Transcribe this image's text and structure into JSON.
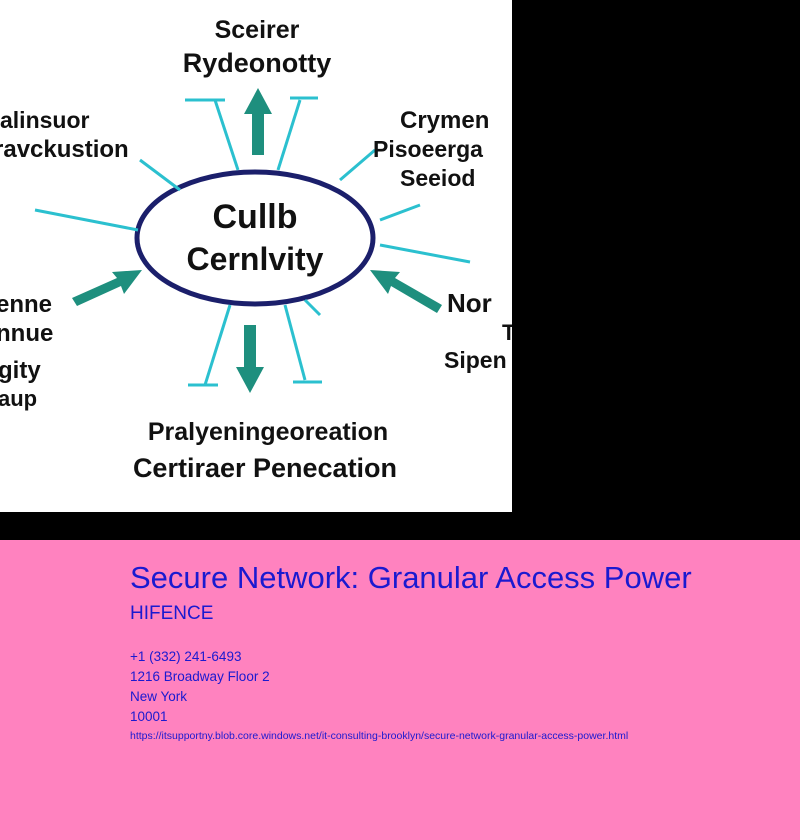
{
  "image": {
    "icon": "cybersecurity-concept-diagram",
    "center_line1": "Cullb",
    "center_line2": "Cernlvity",
    "top_line1": "Sceirer",
    "top_line2": "Rydeonotty",
    "top_left_line1": "alinsuor",
    "top_left_line2": "ravckustion",
    "top_right_line1": "Crymen",
    "top_right_line2": "Pisoeerga",
    "top_right_line3": "Seeiod",
    "left_line1": "enne",
    "left_line2": "nnue",
    "left_line3": "gity",
    "left_line4": "aup",
    "right_line1": "Nor",
    "right_line2": "T",
    "right_line3": "Sipen",
    "bottom_line1": "Pralyeningeoreation",
    "bottom_line2": "Certiraer Penecation"
  },
  "page": {
    "title": "Secure Network: Granular Access Power",
    "brand": "HIFENCE",
    "phone": "+1 (332) 241-6493",
    "address_line": "1216 Broadway Floor 2",
    "city": "New York",
    "zip": "10001",
    "url": "https://itsupportny.blob.core.windows.net/it-consulting-brooklyn/secure-network-granular-access-power.html"
  },
  "colors": {
    "panel_background": "#ff82bf",
    "text": "#1a1ad0",
    "letterbox": "#000000"
  }
}
